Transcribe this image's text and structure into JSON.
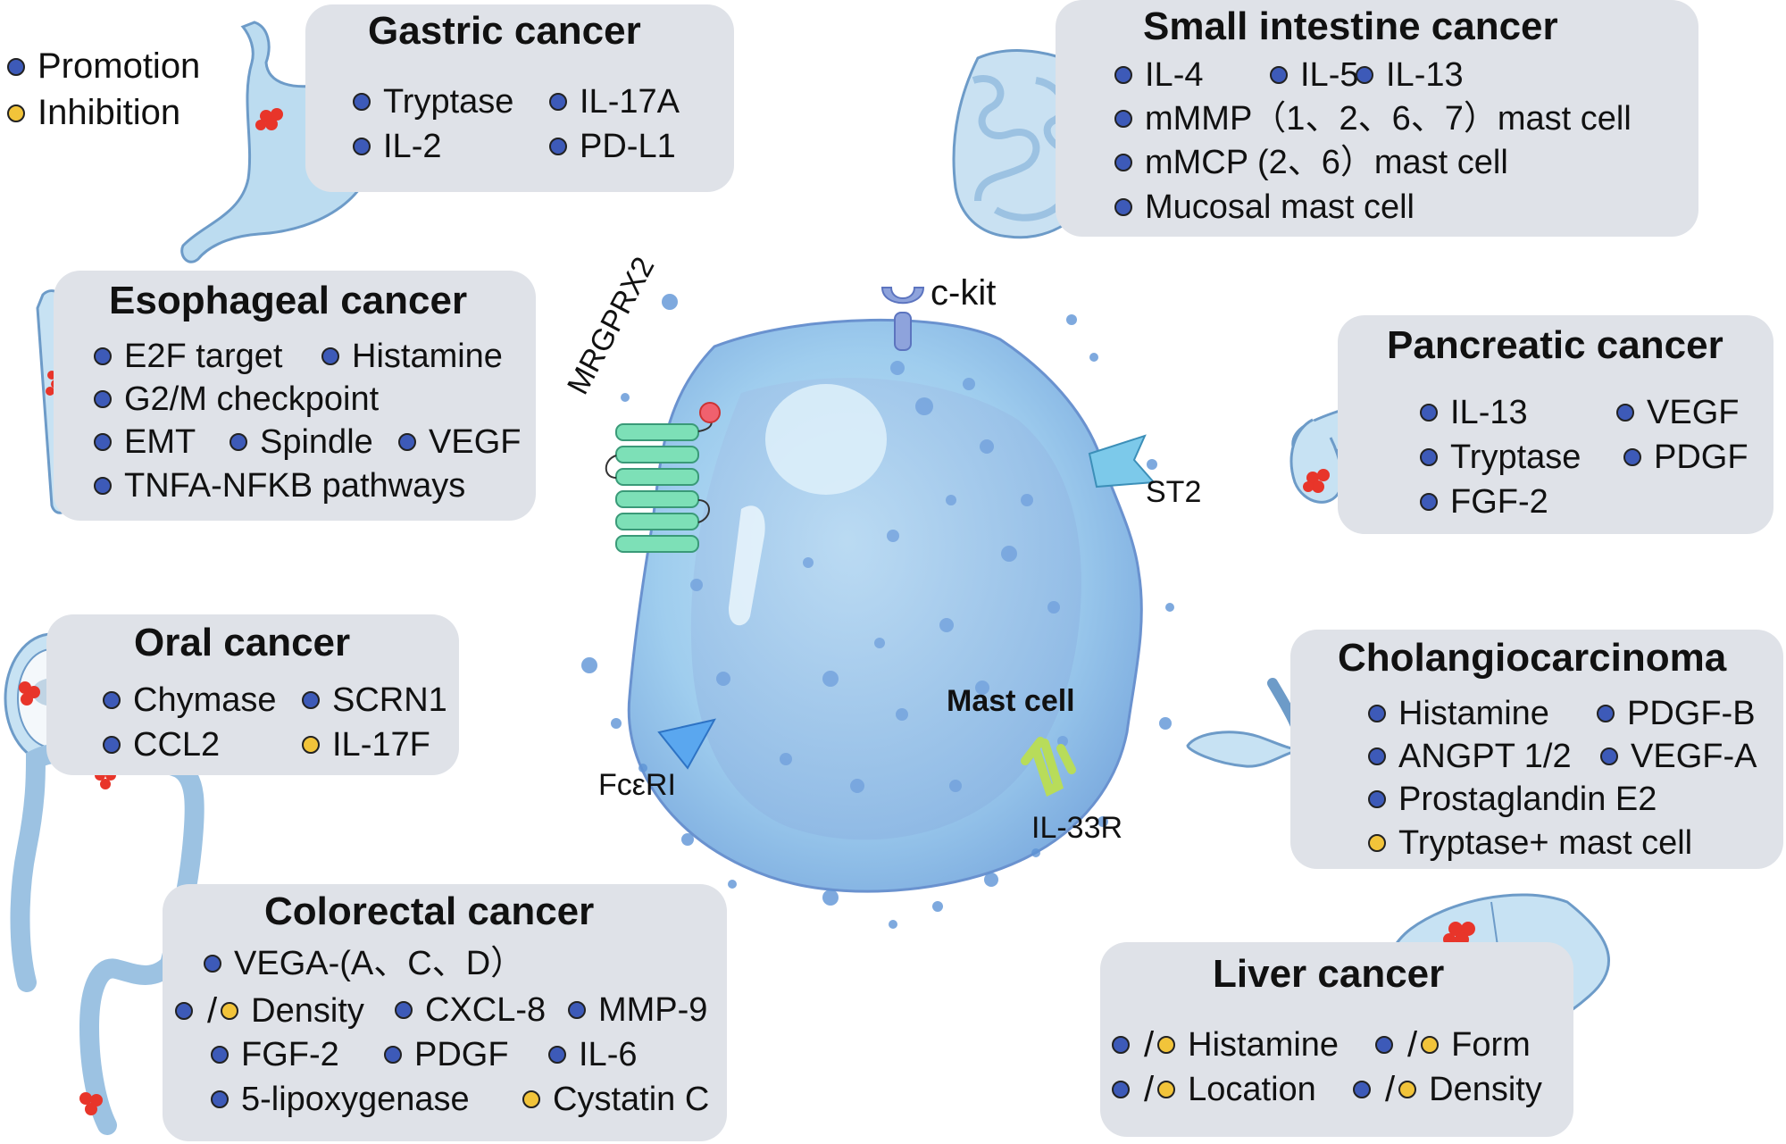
{
  "legend": [
    {
      "label": "Promotion",
      "color": "#3d5ab8"
    },
    {
      "label": "Inhibition",
      "color": "#f2c43a"
    }
  ],
  "center": {
    "cell_label": "Mast cell",
    "receptors": {
      "ckit": "c-kit",
      "mrgprx2": "MRGPRX2",
      "st2": "ST2",
      "fceri": "FcεRI",
      "il33r": "IL-33R"
    }
  },
  "panels": {
    "gastric": {
      "title": "Gastric cancer",
      "items": [
        "Tryptase",
        "IL-17A",
        "IL-2",
        "PD-L1"
      ]
    },
    "small_intestine": {
      "title": "Small intestine cancer",
      "items": [
        "IL-4",
        "IL-5",
        "IL-13",
        "mMMP（1、2、6、7）mast cell",
        "mMCP (2、6）mast cell",
        "Mucosal mast cell"
      ]
    },
    "esophageal": {
      "title": "Esophageal cancer",
      "items": [
        "E2F target",
        "Histamine",
        "G2/M checkpoint",
        "EMT",
        "Spindle",
        "VEGF",
        "TNFA-NFKB pathways"
      ]
    },
    "pancreatic": {
      "title": "Pancreatic cancer",
      "items": [
        "IL-13",
        "VEGF",
        "Tryptase",
        "PDGF",
        "FGF-2"
      ]
    },
    "oral": {
      "title": "Oral cancer",
      "items": [
        "Chymase",
        "SCRN1",
        "CCL2",
        "IL-17F"
      ]
    },
    "cholangio": {
      "title": "Cholangiocarcinoma",
      "items": [
        "Histamine",
        "PDGF-B",
        "ANGPT 1/2",
        "VEGF-A",
        "Prostaglandin E2",
        "Tryptase+  mast cell"
      ]
    },
    "colorectal": {
      "title": "Colorectal cancer",
      "items": [
        "VEGA-(A、C、D）",
        "Density",
        "CXCL-8",
        "MMP-9",
        "FGF-2",
        "PDGF",
        "IL-6",
        "5-lipoxygenase",
        "Cystatin C"
      ]
    },
    "liver": {
      "title": "Liver cancer",
      "items": [
        "Histamine",
        "Form",
        "Location",
        "Density"
      ]
    }
  },
  "colors": {
    "promotion": "#3d5ab8",
    "inhibition": "#f2c43a",
    "panel_bg": "#dfe2e8",
    "cell": "#a9d4f0",
    "tumor": "#e8352a"
  }
}
